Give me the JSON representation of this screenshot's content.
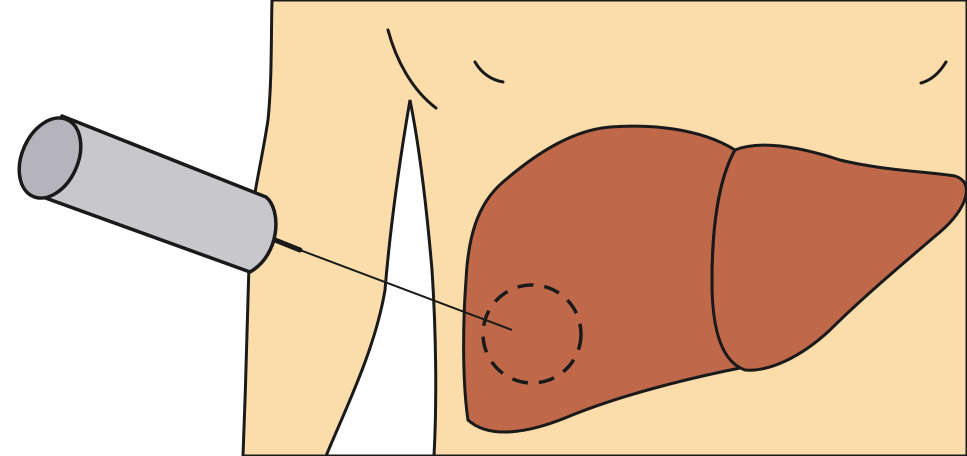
{
  "illustration": {
    "colors": {
      "background": "#ffffff",
      "skin": "#fbdcab",
      "liver": "#c0694a",
      "outline": "#1a1a1a",
      "needle_barrel": "#c8c7cc",
      "needle_barrel_end": "#b5b4ba",
      "target_marker": "#1a1a1a"
    },
    "elements": [
      "torso",
      "liver-right-lobe",
      "liver-left-lobe",
      "biopsy-needle",
      "target-lesion-marker"
    ]
  }
}
